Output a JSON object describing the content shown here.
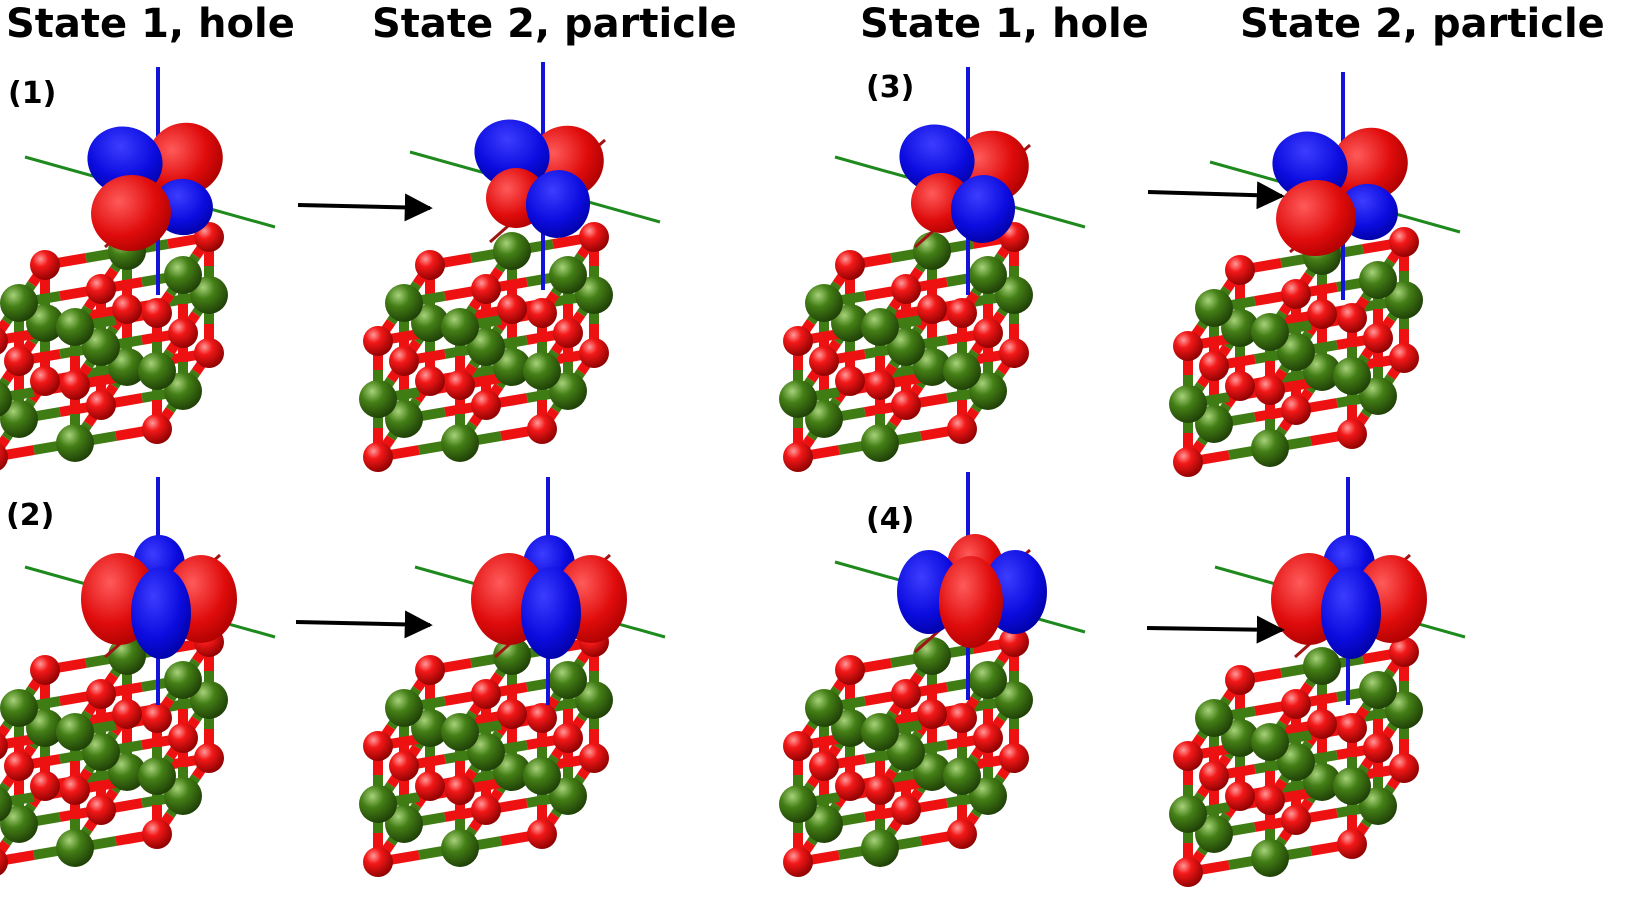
{
  "headers": [
    "State 1, hole",
    "State 2, particle",
    "State 1, hole",
    "State 2, particle"
  ],
  "panels": [
    {
      "label": "(1)",
      "orbital_hole": "dxy",
      "orbital_particle": "dxy-rot"
    },
    {
      "label": "(2)",
      "orbital_hole": "dyz",
      "orbital_particle": "dyz"
    },
    {
      "label": "(3)",
      "orbital_hole": "dxy-rot",
      "orbital_particle": "dxy"
    },
    {
      "label": "(4)",
      "orbital_hole": "dyz-rev",
      "orbital_particle": "dyz"
    }
  ],
  "colors": {
    "oxygen": "#ee1111",
    "metal": "#3f7d14",
    "lobe_positive": "#e01010",
    "lobe_negative": "#1010e0",
    "axis_z": "#1414d8",
    "axis_y": "#1e8a1e",
    "axis_x": "#a01414",
    "arrow": "#000000"
  }
}
